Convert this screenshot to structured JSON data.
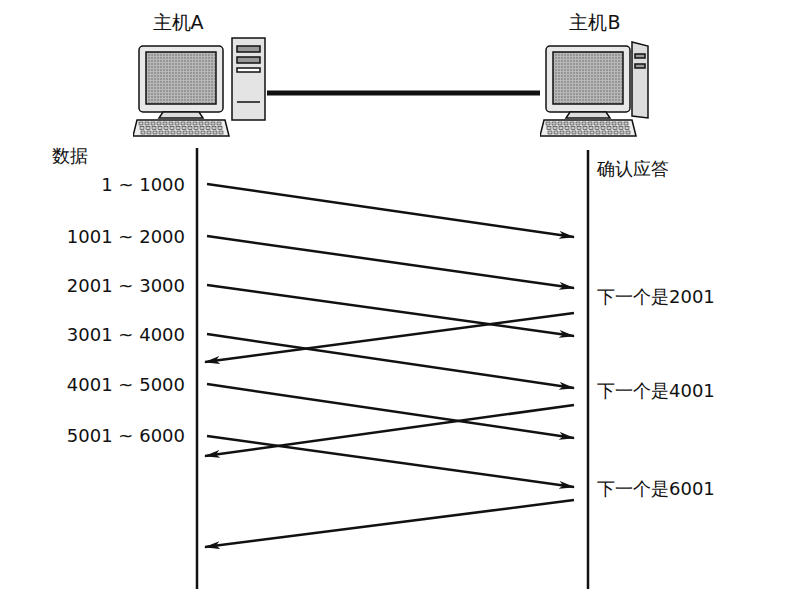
{
  "diagram": {
    "nodes": [
      {
        "text": [
          "主机A"
        ]
      },
      {
        "text": [
          "主机B"
        ]
      }
    ],
    "edges": [
      {
        "from": 0,
        "to": 1,
        "arrow": "none"
      }
    ],
    "labels": [
      "数据",
      "1 ~ 1000",
      "1001 ~ 2000",
      "2001 ~ 3000",
      "3001 ~ 4000",
      "4001 ~ 5000",
      "5001 ~ 6000",
      "确认应答",
      "下一个是2001",
      "下一个是4001",
      "下一个是6001"
    ]
  }
}
